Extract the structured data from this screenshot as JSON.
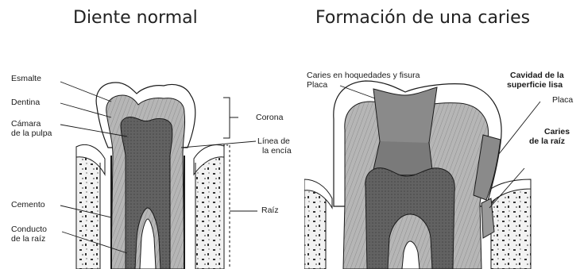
{
  "titles": {
    "normal": "Diente normal",
    "caries": "Formación de una caries"
  },
  "normal_labels": {
    "esmalte": "Esmalte",
    "dentina": "Dentina",
    "camara_1": "Cámara",
    "camara_2": "de la pulpa",
    "cemento": "Cemento",
    "conducto_1": "Conducto",
    "conducto_2": "de la raíz",
    "corona": "Corona",
    "linea_1": "Línea de",
    "linea_2": "la encía",
    "raiz": "Raíz"
  },
  "caries_labels": {
    "fisura": "Caries en hoquedades y fisura",
    "placa_left": "Placa",
    "cavidad_1": "Cavidad de la",
    "cavidad_2": "superficie lisa",
    "placa_right": "Placa",
    "raiz_1": "Caries",
    "raiz_2": "de la raíz"
  },
  "colors": {
    "enamel": "#ffffff",
    "dentin": "#b3b3b3",
    "pulp": "#5f5f5f",
    "bone": "#efefef",
    "outline": "#1a1a1a",
    "caries": "#8a8a8a"
  }
}
